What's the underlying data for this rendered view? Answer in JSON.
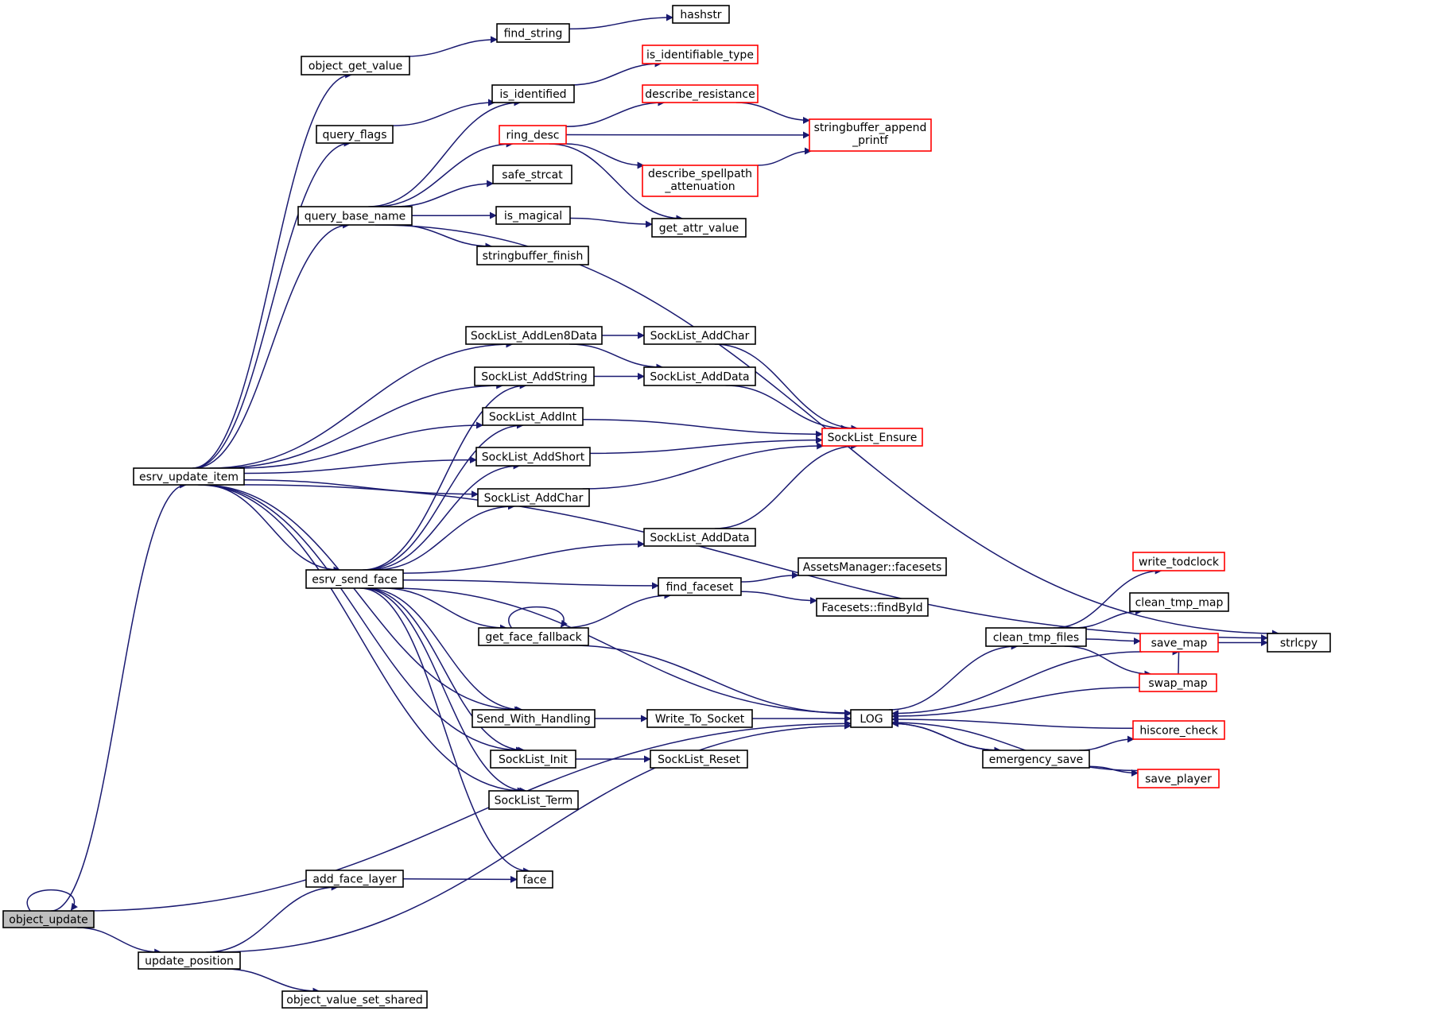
{
  "colors": {
    "edge": "#191970",
    "node_border": "#000000",
    "incomplete_border": "#ff0000",
    "root_fill": "#bfbfbf",
    "node_fill": "#ffffff"
  },
  "nodes": [
    {
      "id": "object_update",
      "label": "object_update",
      "kind": "root"
    },
    {
      "id": "esrv_update_item",
      "label": "esrv_update_item"
    },
    {
      "id": "add_face_layer",
      "label": "add_face_layer"
    },
    {
      "id": "update_position",
      "label": "update_position"
    },
    {
      "id": "object_value_set_shared",
      "label": "object_value_set_shared"
    },
    {
      "id": "object_get_value",
      "label": "object_get_value"
    },
    {
      "id": "query_flags",
      "label": "query_flags"
    },
    {
      "id": "query_base_name",
      "label": "query_base_name"
    },
    {
      "id": "esrv_send_face",
      "label": "esrv_send_face"
    },
    {
      "id": "find_string",
      "label": "find_string"
    },
    {
      "id": "hashstr",
      "label": "hashstr"
    },
    {
      "id": "is_identified",
      "label": "is_identified"
    },
    {
      "id": "is_identifiable_type",
      "label": "is_identifiable_type",
      "kind": "incomplete"
    },
    {
      "id": "ring_desc",
      "label": "ring_desc",
      "kind": "incomplete"
    },
    {
      "id": "describe_resistance",
      "label": "describe_resistance",
      "kind": "incomplete"
    },
    {
      "id": "stringbuffer_append_printf",
      "lines": [
        "stringbuffer_append",
        "_printf"
      ],
      "kind": "incomplete"
    },
    {
      "id": "describe_spellpath_attenuation",
      "lines": [
        "describe_spellpath",
        "_attenuation"
      ],
      "kind": "incomplete"
    },
    {
      "id": "safe_strcat",
      "label": "safe_strcat"
    },
    {
      "id": "is_magical",
      "label": "is_magical"
    },
    {
      "id": "get_attr_value",
      "label": "get_attr_value"
    },
    {
      "id": "stringbuffer_finish",
      "label": "stringbuffer_finish"
    },
    {
      "id": "SockList_AddLen8Data",
      "label": "SockList_AddLen8Data"
    },
    {
      "id": "SockList_AddChar_b",
      "label": "SockList_AddChar"
    },
    {
      "id": "SockList_AddString",
      "label": "SockList_AddString"
    },
    {
      "id": "SockList_AddData_b",
      "label": "SockList_AddData"
    },
    {
      "id": "SockList_AddInt",
      "label": "SockList_AddInt"
    },
    {
      "id": "SockList_Ensure",
      "label": "SockList_Ensure",
      "kind": "incomplete"
    },
    {
      "id": "SockList_AddShort",
      "label": "SockList_AddShort"
    },
    {
      "id": "SockList_AddChar_a",
      "label": "SockList_AddChar"
    },
    {
      "id": "SockList_AddData_a",
      "label": "SockList_AddData"
    },
    {
      "id": "find_faceset",
      "label": "find_faceset"
    },
    {
      "id": "AssetsManager_facesets",
      "label": "AssetsManager::facesets"
    },
    {
      "id": "Facesets_findById",
      "label": "Facesets::findById"
    },
    {
      "id": "get_face_fallback",
      "label": "get_face_fallback"
    },
    {
      "id": "Send_With_Handling",
      "label": "Send_With_Handling"
    },
    {
      "id": "Write_To_Socket",
      "label": "Write_To_Socket"
    },
    {
      "id": "LOG",
      "label": "LOG"
    },
    {
      "id": "SockList_Init",
      "label": "SockList_Init"
    },
    {
      "id": "SockList_Reset",
      "label": "SockList_Reset"
    },
    {
      "id": "SockList_Term",
      "label": "SockList_Term"
    },
    {
      "id": "face",
      "label": "face"
    },
    {
      "id": "write_todclock",
      "label": "write_todclock",
      "kind": "incomplete"
    },
    {
      "id": "clean_tmp_map",
      "label": "clean_tmp_map"
    },
    {
      "id": "clean_tmp_files",
      "label": "clean_tmp_files"
    },
    {
      "id": "save_map",
      "label": "save_map",
      "kind": "incomplete"
    },
    {
      "id": "strlcpy",
      "label": "strlcpy"
    },
    {
      "id": "swap_map",
      "label": "swap_map",
      "kind": "incomplete"
    },
    {
      "id": "hiscore_check",
      "label": "hiscore_check",
      "kind": "incomplete"
    },
    {
      "id": "emergency_save",
      "label": "emergency_save"
    },
    {
      "id": "save_player",
      "label": "save_player",
      "kind": "incomplete"
    }
  ],
  "edges": [
    {
      "from": "object_update",
      "to": "object_update"
    },
    {
      "from": "object_update",
      "to": "esrv_update_item"
    },
    {
      "from": "object_update",
      "to": "LOG"
    },
    {
      "from": "object_update",
      "to": "update_position"
    },
    {
      "from": "esrv_update_item",
      "to": "object_get_value"
    },
    {
      "from": "esrv_update_item",
      "to": "query_flags"
    },
    {
      "from": "esrv_update_item",
      "to": "query_base_name"
    },
    {
      "from": "esrv_update_item",
      "to": "SockList_AddLen8Data"
    },
    {
      "from": "esrv_update_item",
      "to": "SockList_AddString"
    },
    {
      "from": "esrv_update_item",
      "to": "SockList_AddInt"
    },
    {
      "from": "esrv_update_item",
      "to": "SockList_AddShort"
    },
    {
      "from": "esrv_update_item",
      "to": "SockList_AddChar_a"
    },
    {
      "from": "esrv_update_item",
      "to": "esrv_send_face"
    },
    {
      "from": "esrv_update_item",
      "to": "Send_With_Handling"
    },
    {
      "from": "esrv_update_item",
      "to": "SockList_Init"
    },
    {
      "from": "esrv_update_item",
      "to": "SockList_Term"
    },
    {
      "from": "esrv_update_item",
      "to": "strlcpy"
    },
    {
      "from": "object_get_value",
      "to": "find_string"
    },
    {
      "from": "find_string",
      "to": "hashstr"
    },
    {
      "from": "query_flags",
      "to": "is_identified"
    },
    {
      "from": "is_identified",
      "to": "is_identifiable_type"
    },
    {
      "from": "query_base_name",
      "to": "is_identified"
    },
    {
      "from": "query_base_name",
      "to": "ring_desc"
    },
    {
      "from": "query_base_name",
      "to": "safe_strcat"
    },
    {
      "from": "query_base_name",
      "to": "is_magical"
    },
    {
      "from": "query_base_name",
      "to": "stringbuffer_finish"
    },
    {
      "from": "query_base_name",
      "to": "strlcpy"
    },
    {
      "from": "ring_desc",
      "to": "describe_resistance"
    },
    {
      "from": "ring_desc",
      "to": "stringbuffer_append_printf"
    },
    {
      "from": "ring_desc",
      "to": "describe_spellpath_attenuation"
    },
    {
      "from": "ring_desc",
      "to": "get_attr_value"
    },
    {
      "from": "describe_resistance",
      "to": "stringbuffer_append_printf"
    },
    {
      "from": "describe_spellpath_attenuation",
      "to": "stringbuffer_append_printf"
    },
    {
      "from": "is_magical",
      "to": "get_attr_value"
    },
    {
      "from": "SockList_AddLen8Data",
      "to": "SockList_AddChar_b"
    },
    {
      "from": "SockList_AddLen8Data",
      "to": "SockList_AddData_b"
    },
    {
      "from": "SockList_AddString",
      "to": "SockList_AddData_b"
    },
    {
      "from": "SockList_AddChar_b",
      "to": "SockList_Ensure"
    },
    {
      "from": "SockList_AddData_b",
      "to": "SockList_Ensure"
    },
    {
      "from": "SockList_AddInt",
      "to": "SockList_Ensure"
    },
    {
      "from": "SockList_AddShort",
      "to": "SockList_Ensure"
    },
    {
      "from": "SockList_AddChar_a",
      "to": "SockList_Ensure"
    },
    {
      "from": "SockList_AddData_a",
      "to": "SockList_Ensure"
    },
    {
      "from": "esrv_send_face",
      "to": "SockList_AddString"
    },
    {
      "from": "esrv_send_face",
      "to": "SockList_AddInt"
    },
    {
      "from": "esrv_send_face",
      "to": "SockList_AddShort"
    },
    {
      "from": "esrv_send_face",
      "to": "SockList_AddChar_a"
    },
    {
      "from": "esrv_send_face",
      "to": "SockList_AddData_a"
    },
    {
      "from": "esrv_send_face",
      "to": "find_faceset"
    },
    {
      "from": "esrv_send_face",
      "to": "get_face_fallback"
    },
    {
      "from": "esrv_send_face",
      "to": "LOG"
    },
    {
      "from": "esrv_send_face",
      "to": "Send_With_Handling"
    },
    {
      "from": "esrv_send_face",
      "to": "SockList_Init"
    },
    {
      "from": "esrv_send_face",
      "to": "SockList_Term"
    },
    {
      "from": "esrv_send_face",
      "to": "face"
    },
    {
      "from": "find_faceset",
      "to": "AssetsManager_facesets"
    },
    {
      "from": "find_faceset",
      "to": "Facesets_findById"
    },
    {
      "from": "get_face_fallback",
      "to": "get_face_fallback"
    },
    {
      "from": "get_face_fallback",
      "to": "find_faceset"
    },
    {
      "from": "get_face_fallback",
      "to": "LOG"
    },
    {
      "from": "Send_With_Handling",
      "to": "Write_To_Socket"
    },
    {
      "from": "Write_To_Socket",
      "to": "LOG"
    },
    {
      "from": "SockList_Init",
      "to": "SockList_Reset"
    },
    {
      "from": "add_face_layer",
      "to": "face"
    },
    {
      "from": "update_position",
      "to": "add_face_layer"
    },
    {
      "from": "update_position",
      "to": "LOG"
    },
    {
      "from": "update_position",
      "to": "object_value_set_shared"
    },
    {
      "from": "LOG",
      "to": "clean_tmp_files"
    },
    {
      "from": "LOG",
      "to": "emergency_save"
    },
    {
      "from": "clean_tmp_files",
      "to": "write_todclock"
    },
    {
      "from": "clean_tmp_files",
      "to": "clean_tmp_map"
    },
    {
      "from": "clean_tmp_files",
      "to": "save_map"
    },
    {
      "from": "clean_tmp_files",
      "to": "swap_map"
    },
    {
      "from": "save_map",
      "to": "strlcpy"
    },
    {
      "from": "save_map",
      "to": "LOG"
    },
    {
      "from": "swap_map",
      "to": "save_map"
    },
    {
      "from": "swap_map",
      "to": "LOG"
    },
    {
      "from": "emergency_save",
      "to": "hiscore_check"
    },
    {
      "from": "emergency_save",
      "to": "save_player"
    },
    {
      "from": "emergency_save",
      "to": "LOG"
    },
    {
      "from": "hiscore_check",
      "to": "LOG"
    },
    {
      "from": "save_player",
      "to": "LOG"
    }
  ]
}
